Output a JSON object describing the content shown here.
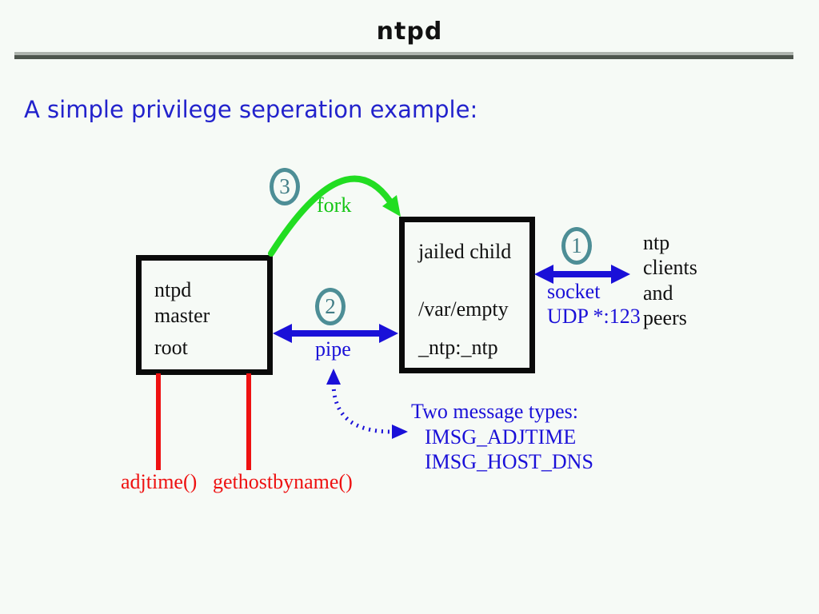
{
  "slide": {
    "title": "ntpd",
    "heading": "A simple privilege seperation example:"
  },
  "colors": {
    "background": "#f6faf6",
    "heading_blue": "#2222cc",
    "arrow_blue": "#1a10d8",
    "arrow_green": "#22dd22",
    "line_red": "#ee1111",
    "badge_teal": "#4d8e96",
    "box_black": "#0a0a0a"
  },
  "diagram": {
    "master_box": {
      "line1": "ntpd",
      "line2": "master",
      "line3": "root"
    },
    "child_box": {
      "line1": "jailed child",
      "line2": "/var/empty",
      "line3": "_ntp:_ntp"
    },
    "badges": {
      "socket": "1",
      "pipe": "2",
      "fork": "3"
    },
    "fork_label": "fork",
    "pipe_label": "pipe",
    "socket_label": {
      "line1": "socket",
      "line2": "UDP *:123"
    },
    "clients_label": {
      "line1": "ntp",
      "line2": "clients",
      "line3": "and",
      "line4": "peers"
    },
    "message_types": {
      "title": "Two message types:",
      "item1": "IMSG_ADJTIME",
      "item2": "IMSG_HOST_DNS"
    },
    "syscalls": {
      "left": "adjtime()",
      "right": "gethostbyname()"
    }
  }
}
